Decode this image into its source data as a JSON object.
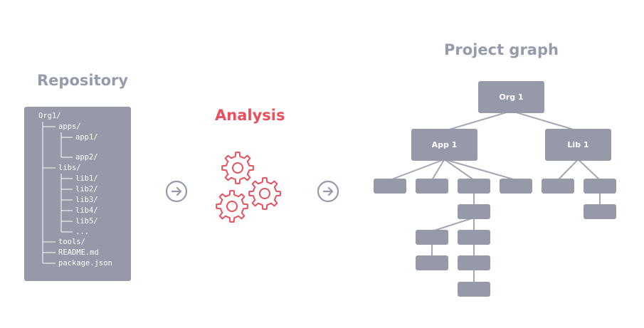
{
  "colors": {
    "heading_gray": "#959bab",
    "accent_red": "#e8505e",
    "box_gray": "#9699a8",
    "line_gray": "#a3a6b4",
    "tree_text": "#ffffff",
    "tree_line": "#ffffff"
  },
  "repository": {
    "title": "Repository",
    "tree": [
      {
        "label": "Org1/",
        "depth": 0,
        "last": false
      },
      {
        "label": "apps/",
        "depth": 1,
        "last": false
      },
      {
        "label": "app1/",
        "depth": 2,
        "last": false
      },
      {
        "label": "app2/",
        "depth": 2,
        "last": true
      },
      {
        "label": "libs/",
        "depth": 1,
        "last": false
      },
      {
        "label": "lib1/",
        "depth": 2,
        "last": false
      },
      {
        "label": "lib2/",
        "depth": 2,
        "last": false
      },
      {
        "label": "lib3/",
        "depth": 2,
        "last": false
      },
      {
        "label": "lib4/",
        "depth": 2,
        "last": false
      },
      {
        "label": "lib5/",
        "depth": 2,
        "last": false
      },
      {
        "label": "...",
        "depth": 2,
        "last": true
      },
      {
        "label": "tools/",
        "depth": 1,
        "last": false
      },
      {
        "label": "README.md",
        "depth": 1,
        "last": false
      },
      {
        "label": "package.json",
        "depth": 1,
        "last": true
      }
    ]
  },
  "analysis": {
    "title": "Analysis",
    "icon": "gears-icon"
  },
  "arrows": {
    "icon": "arrow-right-circle-icon"
  },
  "graph": {
    "title": "Project graph",
    "nodes": [
      {
        "id": "org1",
        "label": "Org 1"
      },
      {
        "id": "app1",
        "label": "App 1"
      },
      {
        "id": "lib1",
        "label": "Lib 1"
      },
      {
        "id": "a1",
        "label": ""
      },
      {
        "id": "a2",
        "label": ""
      },
      {
        "id": "a3",
        "label": ""
      },
      {
        "id": "a4",
        "label": ""
      },
      {
        "id": "l1",
        "label": ""
      },
      {
        "id": "l2",
        "label": ""
      },
      {
        "id": "l2c",
        "label": ""
      },
      {
        "id": "a3c",
        "label": ""
      },
      {
        "id": "g1",
        "label": ""
      },
      {
        "id": "g2",
        "label": ""
      },
      {
        "id": "g1c",
        "label": ""
      },
      {
        "id": "g2c",
        "label": ""
      },
      {
        "id": "g2cc",
        "label": ""
      }
    ],
    "edges": [
      [
        "org1",
        "app1"
      ],
      [
        "org1",
        "lib1"
      ],
      [
        "app1",
        "a1"
      ],
      [
        "app1",
        "a2"
      ],
      [
        "app1",
        "a3"
      ],
      [
        "app1",
        "a4"
      ],
      [
        "lib1",
        "l1"
      ],
      [
        "lib1",
        "l2"
      ],
      [
        "l2",
        "l2c"
      ],
      [
        "a3",
        "a3c"
      ],
      [
        "a3c",
        "g1"
      ],
      [
        "a3c",
        "g2"
      ],
      [
        "g1",
        "g1c"
      ],
      [
        "g2",
        "g2c"
      ],
      [
        "g2c",
        "g2cc"
      ]
    ]
  }
}
